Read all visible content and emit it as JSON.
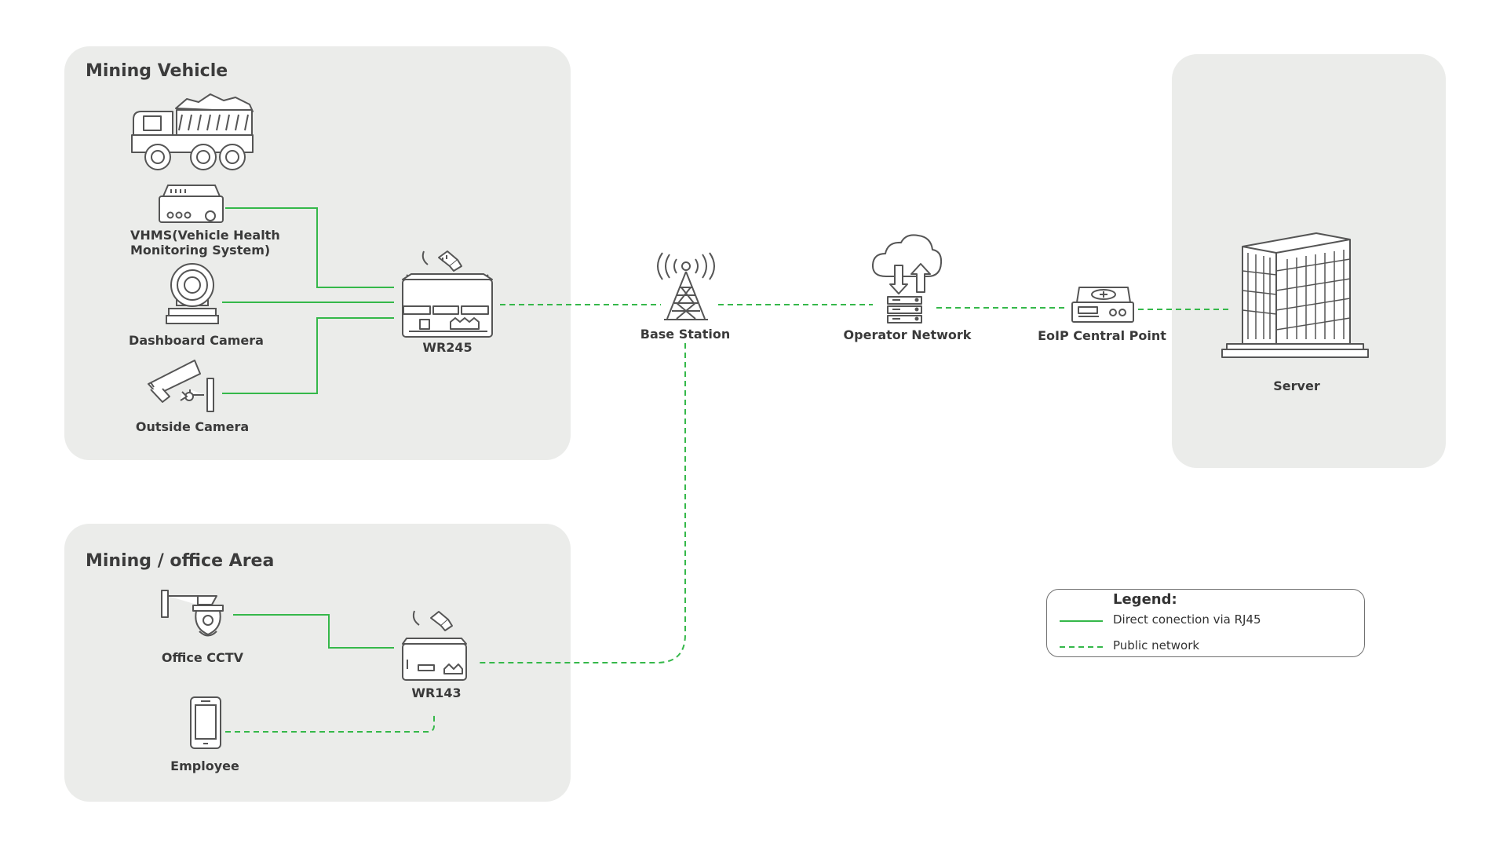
{
  "panels": {
    "vehicle": {
      "title": "Mining Vehicle"
    },
    "office": {
      "title": "Mining / office Area"
    },
    "server": {
      "title": ""
    }
  },
  "nodes": {
    "vhms": {
      "label_line1": "VHMS(Vehicle Health",
      "label_line2": "Monitoring System)"
    },
    "dashboard_camera": {
      "label": "Dashboard Camera"
    },
    "outside_camera": {
      "label": "Outside Camera"
    },
    "wr245": {
      "label": "WR245"
    },
    "base_station": {
      "label": "Base Station"
    },
    "operator_network": {
      "label": "Operator Network"
    },
    "eoip": {
      "label": "EoIP Central Point"
    },
    "server": {
      "label": "Server"
    },
    "office_cctv": {
      "label": "Office CCTV"
    },
    "wr143": {
      "label": "WR143"
    },
    "employee": {
      "label": "Employee"
    }
  },
  "legend": {
    "title": "Legend:",
    "direct": "Direct conection via RJ45",
    "public": "Public  network"
  },
  "colors": {
    "link": "#35b84a",
    "panel": "#ebecea",
    "icon": "#555555"
  }
}
